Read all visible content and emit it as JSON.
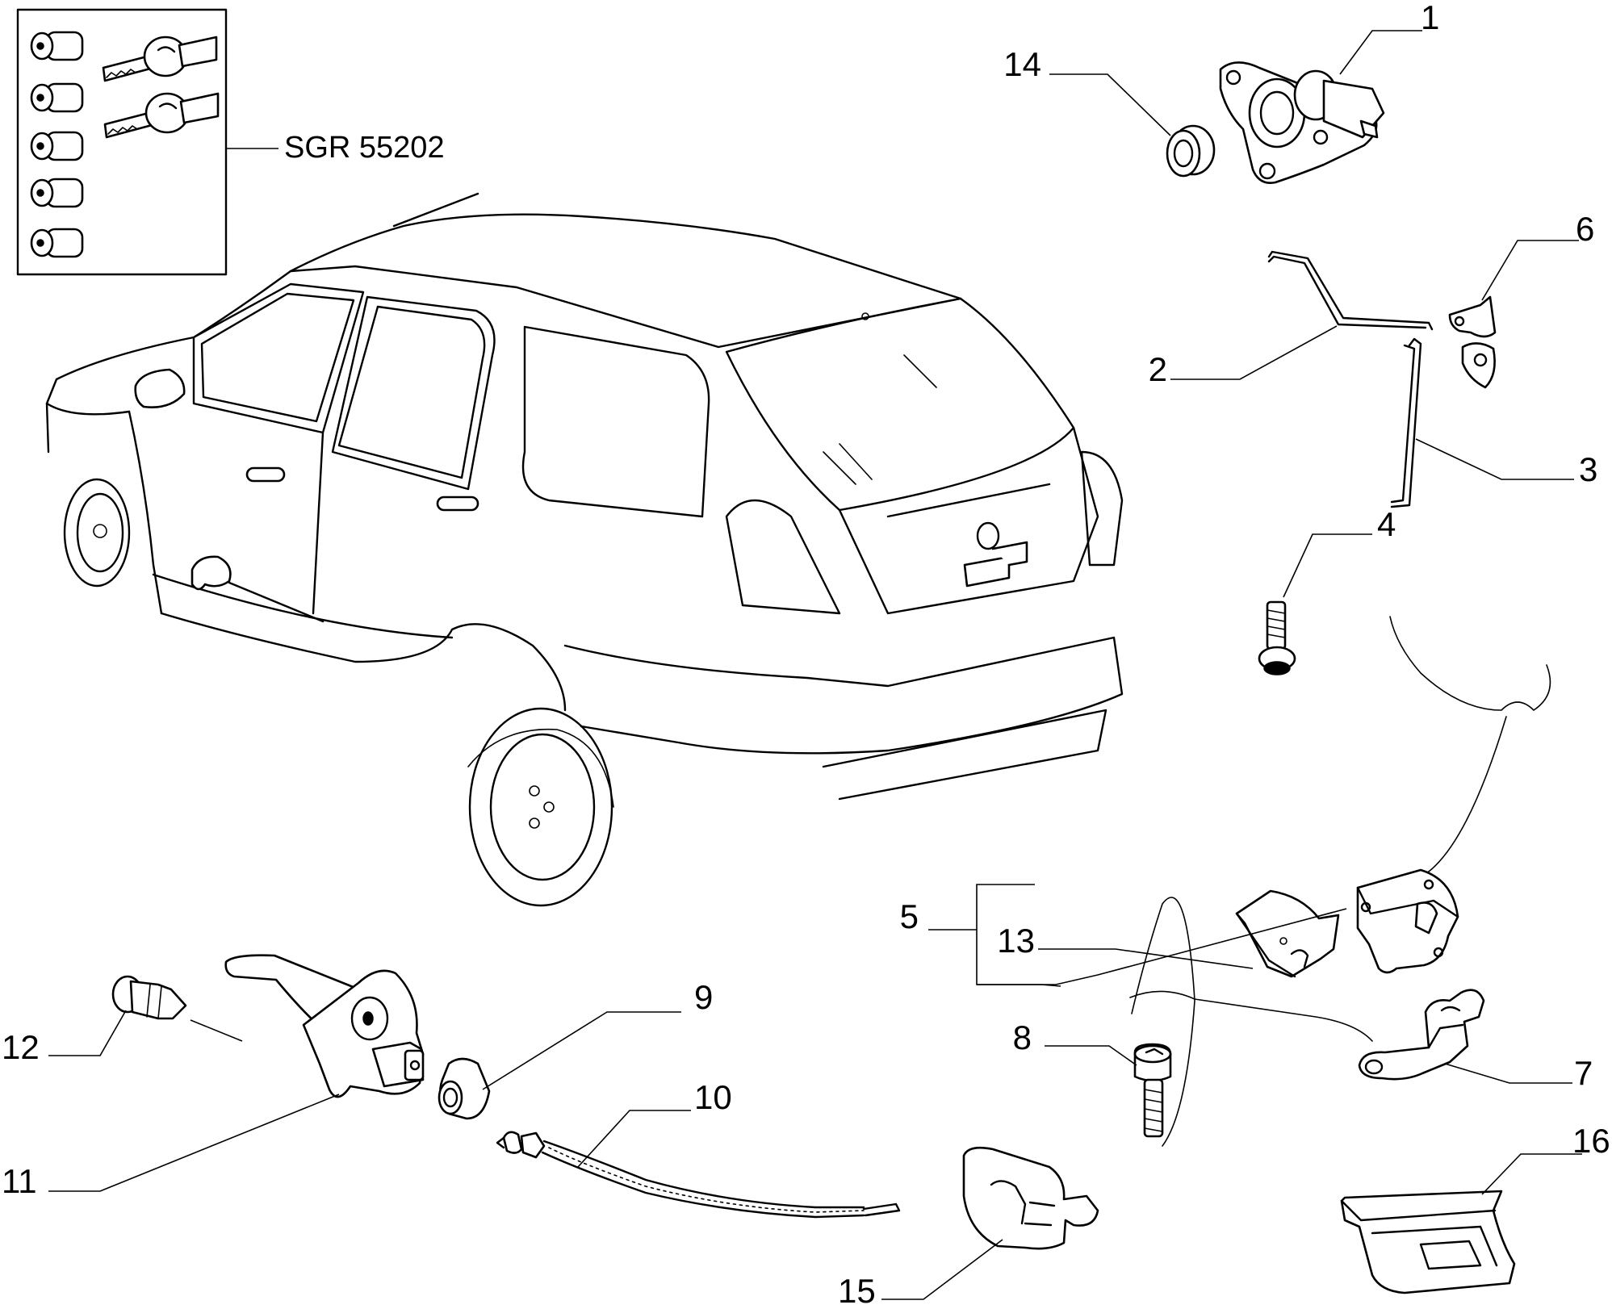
{
  "kit_label": "SGR 55202",
  "callouts": {
    "c1": "1",
    "c2": "2",
    "c3": "3",
    "c4": "4",
    "c5": "5",
    "c6": "6",
    "c7": "7",
    "c8": "8",
    "c9": "9",
    "c10": "10",
    "c11": "11",
    "c12": "12",
    "c13": "13",
    "c14": "14",
    "c15": "15",
    "c16": "16"
  },
  "colors": {
    "line": "#000000",
    "background": "#ffffff"
  }
}
